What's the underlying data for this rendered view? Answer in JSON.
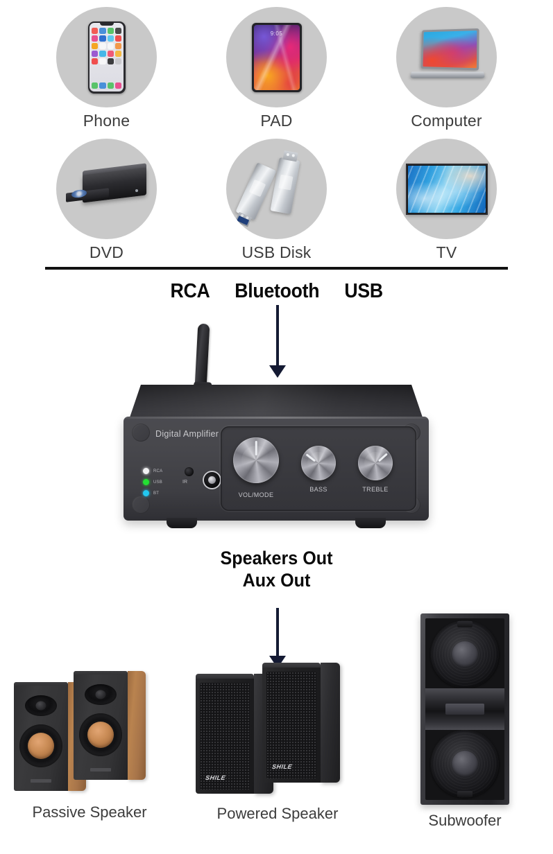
{
  "sources": {
    "rows": [
      [
        {
          "label": "Phone",
          "icon": "smartphone-icon"
        },
        {
          "label": "PAD",
          "icon": "tablet-icon"
        },
        {
          "label": "Computer",
          "icon": "laptop-icon"
        }
      ],
      [
        {
          "label": "DVD",
          "icon": "dvd-player-icon"
        },
        {
          "label": "USB Disk",
          "icon": "usb-flash-drive-icon"
        },
        {
          "label": "TV",
          "icon": "television-icon"
        }
      ]
    ]
  },
  "inputs": {
    "labels": [
      "RCA",
      "Bluetooth",
      "USB"
    ]
  },
  "amplifier": {
    "brand": "Digital Amplifier",
    "leds": [
      {
        "label": "RCA",
        "color": "#f2f2f4"
      },
      {
        "label": "USB",
        "color": "#23e032"
      },
      {
        "label": "BT",
        "color": "#22c8f0"
      }
    ],
    "ir_label": "IR",
    "knobs": [
      {
        "label": "VOL/MODE",
        "angle": 0
      },
      {
        "label": "BASS",
        "angle": -52
      },
      {
        "label": "TREBLE",
        "angle": 48
      }
    ]
  },
  "outputs": {
    "labels": [
      "Speakers Out",
      "Aux Out"
    ],
    "devices": [
      {
        "label": "Passive Speaker",
        "icon": "bookshelf-speaker-pair-icon"
      },
      {
        "label": "Powered Speaker",
        "icon": "pa-speaker-pair-icon",
        "badge": "SHILE"
      },
      {
        "label": "Subwoofer",
        "icon": "dual-driver-subwoofer-icon"
      }
    ]
  },
  "colors": {
    "arrow": "#141a33",
    "divider": "#111111",
    "circle_bg": "#c9c9c9",
    "label_text": "#3c3c3c"
  }
}
